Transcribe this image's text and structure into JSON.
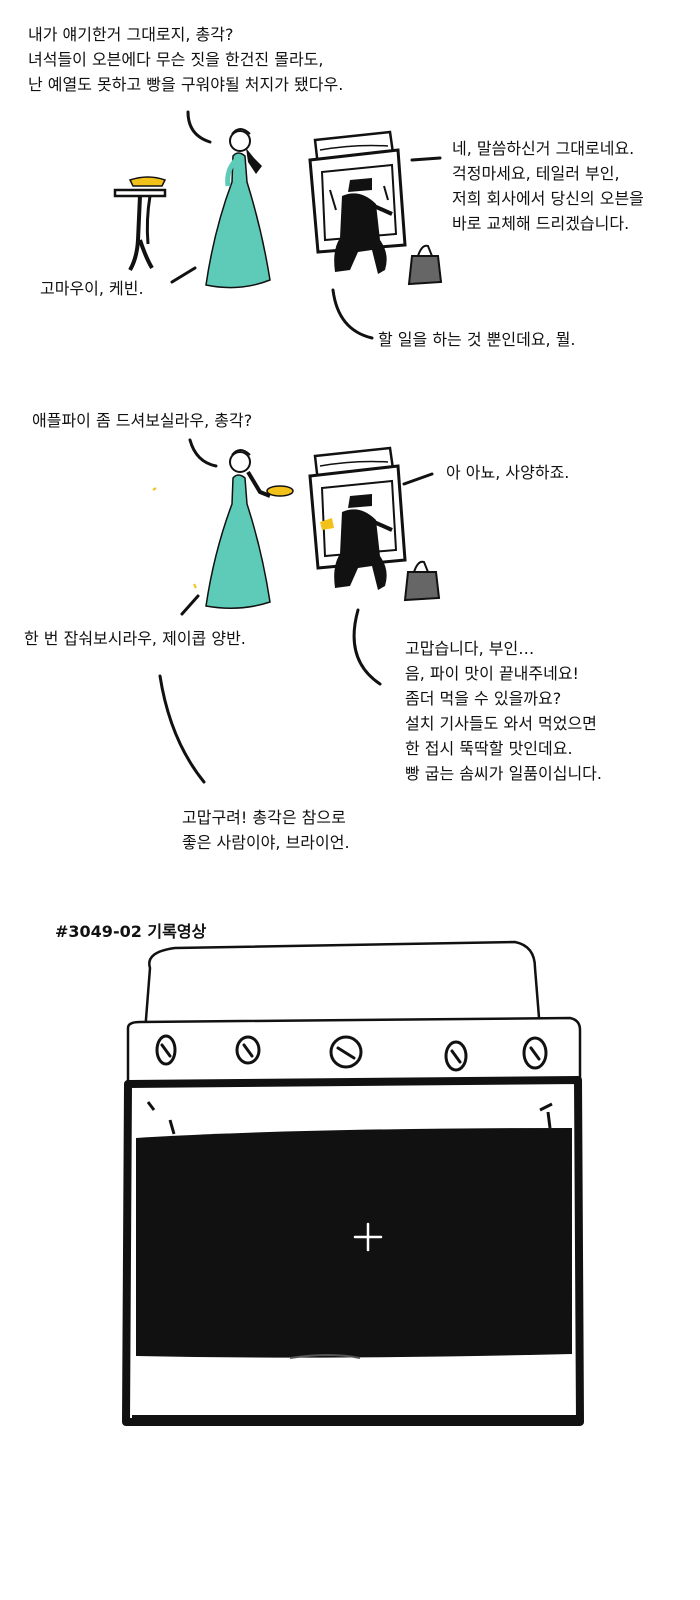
{
  "panel1": {
    "lady_speech": [
      "내가 얘기한거 그대로지, 총각?",
      "녀석들이 오븐에다 무슨 짓을 한건진 몰라도,",
      "난 예열도 못하고 빵을 구워야될 처지가 됐다우."
    ],
    "kevin_speech": [
      "네, 말씀하신거 그대로네요.",
      "걱정마세요, 테일러 부인,",
      "저희 회사에서 당신의 오븐을",
      "바로 교체해 드리겠습니다."
    ],
    "lady_thanks": "고마우이, 케빈.",
    "kevin_reply": "할 일을 하는 것 뿐인데요, 뭘."
  },
  "panel2": {
    "lady_offer": "애플파이 좀 드셔보실라우, 총각?",
    "jacob_decline": "아 아뇨, 사양하죠.",
    "lady_insist": "한 번 잡숴보시라우, 제이콥 양반.",
    "jacob_praise": [
      "고맙습니다, 부인…",
      "음, 파이 맛이 끝내주네요!",
      "좀더 먹을 수 있을까요?",
      "설치 기사들도 와서 먹었으면",
      "한 접시 뚝딱할 맛인데요.",
      "빵 굽는 솜씨가 일품이십니다."
    ],
    "lady_reply": [
      "고맙구려! 총각은 참으로",
      "좋은 사람이야, 브라이언."
    ]
  },
  "record": {
    "caption": "#3049-02 기록영상"
  },
  "colors": {
    "dress": "#5ecab8",
    "pie": "#f2c21b",
    "ink": "#111111"
  }
}
